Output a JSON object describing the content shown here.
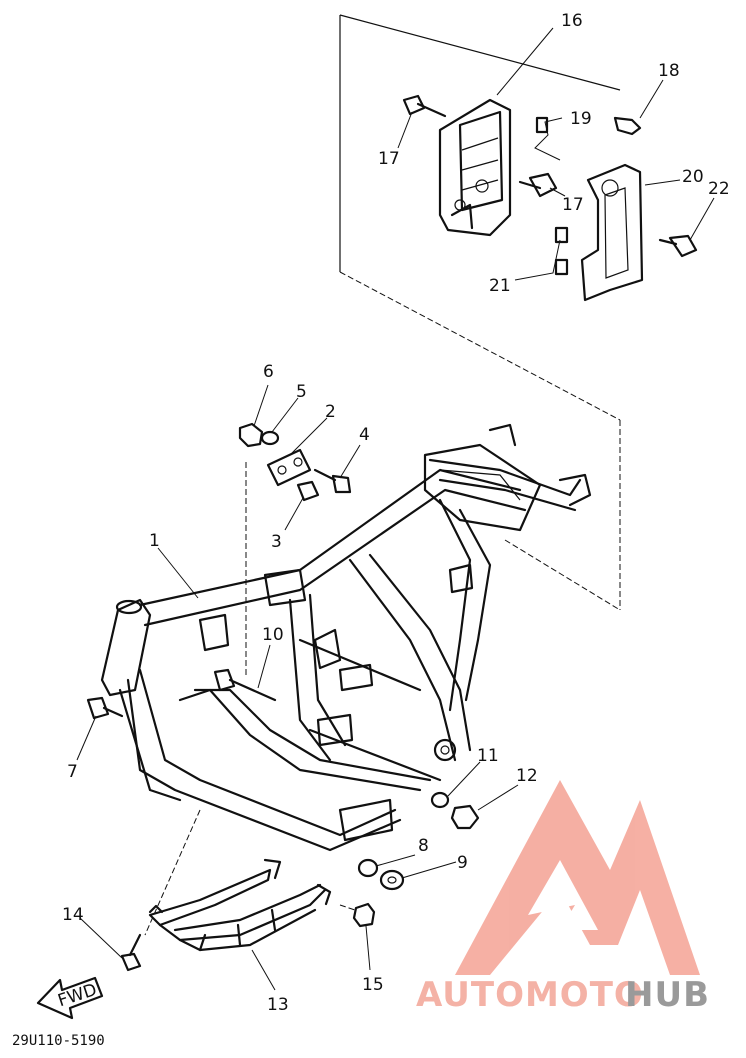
{
  "diagram": {
    "callouts": [
      "1",
      "2",
      "3",
      "4",
      "5",
      "6",
      "7",
      "8",
      "9",
      "10",
      "11",
      "12",
      "13",
      "14",
      "15",
      "16",
      "17",
      "17",
      "18",
      "19",
      "20",
      "21",
      "22"
    ],
    "fwd_label": "FWD",
    "drawing_code": "29U110-5190"
  },
  "watermark": {
    "part1": "AUTOMOTO",
    "part2": "HUB",
    "colors": {
      "logo": "#f4a294",
      "auto": "#f4b2a6",
      "hub": "#9a9a9a"
    }
  }
}
